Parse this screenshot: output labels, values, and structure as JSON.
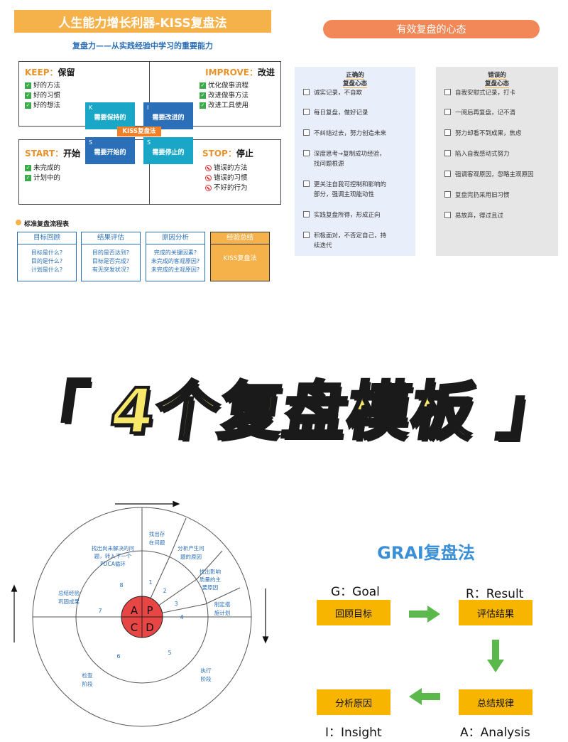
{
  "kiss": {
    "title": "人生能力增长利器-KISS复盘法",
    "subtitle": "复盘力——从实践经验中学习的重要能力",
    "keep": {
      "en": "KEEP：",
      "zh": "保留",
      "items": [
        "好的方法",
        "好的习惯",
        "好的想法"
      ]
    },
    "improve": {
      "en": "IMPROVE：",
      "zh": "改进",
      "items": [
        "优化做事流程",
        "改进做事方法",
        "改进工具使用"
      ]
    },
    "start": {
      "en": "START：",
      "zh": "开始",
      "items": [
        "未完成的",
        "计划中的"
      ]
    },
    "stop": {
      "en": "STOP：",
      "zh": "停止",
      "items": [
        "错误的方法",
        "错误的习惯",
        "不好的行为"
      ]
    },
    "center": {
      "k": {
        "letter": "K",
        "text": "需要保持的"
      },
      "i": {
        "letter": "I",
        "text": "需要改进的"
      },
      "s1": {
        "letter": "S",
        "text": "需要开始的"
      },
      "s2": {
        "letter": "S",
        "text": "需要停止的"
      },
      "label": "KISS复盘法"
    },
    "flow_title": "标准复盘流程表",
    "flow": [
      {
        "head": "目标回顾",
        "lines": [
          "目标是什么?",
          "目的是什么?",
          "计划是什么?"
        ]
      },
      {
        "head": "结果评估",
        "lines": [
          "目的是否达到?",
          "目标是否完成?",
          "有无突发状况?"
        ]
      },
      {
        "head": "原因分析",
        "lines": [
          "完成的关键因素?",
          "未完成的客观原因?",
          "未完成的主观原因?"
        ]
      },
      {
        "head": "经验总结",
        "lines": [
          "KISS复盘法"
        ]
      }
    ]
  },
  "mindset": {
    "title": "有效复盘的心态",
    "good": {
      "head": [
        "正确的",
        "复盘心态"
      ],
      "items": [
        [
          "诚实记录，不自欺"
        ],
        [
          "每日复盘，做好记录"
        ],
        [
          "不纠结过去，努力创造未来"
        ],
        [
          "深度思考→复制成功经验，",
          "找问题根源"
        ],
        [
          "更关注自我可控制和影响的",
          "部分，强调主观能动性"
        ],
        [
          "实践复盘所得，形成正向"
        ],
        [
          "积极面对，不否定自己，持",
          "续迭代"
        ]
      ]
    },
    "bad": {
      "head": [
        "错误的",
        "复盘心态"
      ],
      "items": [
        "自我安慰式记录，打卡",
        "一阅后再复盘，记不清",
        "努力却看不到成果，焦虑",
        "陷入自我感动式努力",
        "强调客观原因，忽略主观原因",
        "复盘完扔采用旧习惯",
        "易放弃，得过且过"
      ]
    }
  },
  "headline": "「 4个复盘模板 」",
  "pdca": {
    "core": [
      "A",
      "P",
      "C",
      "D"
    ],
    "numbers": [
      "1",
      "2",
      "3",
      "4",
      "5",
      "6",
      "7",
      "8"
    ],
    "outer_texts": [
      [
        "找出存",
        "在问题"
      ],
      [
        "分析产生问",
        "题的原因"
      ],
      [
        "找出影响",
        "质量的主",
        "要原因"
      ],
      [
        "制定措",
        "施计划"
      ],
      [
        "执行",
        "阶段"
      ],
      [
        "检查",
        "阶段"
      ],
      [
        "总结经验",
        "巩固成果"
      ],
      [
        "找出尚未解决的问",
        "题，转入下一个",
        "PDCA循环"
      ]
    ]
  },
  "grai": {
    "title": "GRAI复盘法",
    "g": {
      "label": "G：Goal",
      "box": "回顾目标"
    },
    "r": {
      "label": "R：Result",
      "box": "评估结果"
    },
    "a": {
      "label": "A：Analysis",
      "box": "总结规律"
    },
    "i": {
      "label": "I：Insight",
      "box": "分析原因"
    }
  },
  "colors": {
    "orange": "#f6b24a",
    "blue": "#2a6fb8",
    "teal": "#1aa7c7",
    "green": "#5bb84a",
    "red": "#e84545",
    "yellow": "#f7b500"
  }
}
